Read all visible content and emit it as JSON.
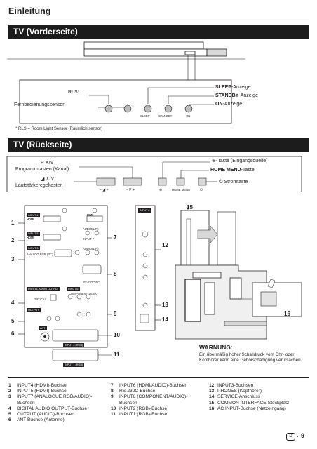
{
  "header": {
    "title": "Einleitung"
  },
  "front": {
    "section_title": "TV (Vorderseite)",
    "labels": {
      "rls": "RLS*",
      "remote_sensor": "Fernbedienungssensor",
      "sleep_bold": "SLEEP",
      "sleep_rest": "-Anzeige",
      "standby_bold": "STANDBY",
      "standby_rest": "-Anzeige",
      "on_bold": "ON",
      "on_rest": "-Anzeige",
      "led_sleep": "SLEEP",
      "led_standby": "STANDBY",
      "led_on": "ON"
    },
    "footnote": "*  RLS = Room Light Sensor (Raumlichtsensor)"
  },
  "rear": {
    "section_title": "TV (Rückseite)",
    "labels": {
      "program_keys_1": "P ∧/∨",
      "program_keys_2": "Programmtasten (Kanal)",
      "volume_1": "◢ ∧/∨",
      "volume_2": "Lautstärkeregeltasten",
      "input_key": "-Taste (Eingangsquelle)",
      "home_menu_bold": "HOME MENU",
      "home_menu_rest": "-Taste",
      "power_key": "Stromtaste",
      "bar_minus_vol": "− ◢ +",
      "bar_minus_p": "− P +",
      "bar_input": "⊕",
      "bar_home": "HOME MENU",
      "bar_power": "⏻"
    },
    "callouts": [
      "1",
      "2",
      "3",
      "4",
      "5",
      "6",
      "7",
      "8",
      "9",
      "10",
      "11",
      "12",
      "13",
      "14",
      "15",
      "16"
    ],
    "panel_texts": {
      "input4": "INPUT 4",
      "input5": "INPUT 5",
      "input3": "INPUT 3",
      "hdmi": "HDMI",
      "audio_lr": "AUDIO(L/R)",
      "analog_rgb": "ANALOG RGB (PC)",
      "rs232c": "RS-232C PC",
      "digital_audio_output": "DIGITAL AUDIO OUTPUT",
      "input6": "INPUT 6",
      "optical": "OPTICAL",
      "component_video": "COMPONENT VIDEO",
      "output": "OUTPUT",
      "ant": "ANT",
      "input2_rgb": "INPUT 2 (RGB)",
      "input1_rgb": "INPUT 1 (RGB)",
      "input8": "INPUT 8",
      "input7": "INPUT 7"
    }
  },
  "warning": {
    "title": "WARNUNG:",
    "text": "Ein übermäßig hoher Schalldruck vom Ohr- oder Kopfhörer kann eine Gehörschädigung verursachen."
  },
  "legend": {
    "col1": [
      {
        "n": "1",
        "t": "INPUT4 (HDMI)-Buchse"
      },
      {
        "n": "2",
        "t": "INPUT5 (HDMI)-Buchse"
      },
      {
        "n": "3",
        "t": "INPUT7 (ANALOGUE RGB/AUDIO)-Buchsen"
      },
      {
        "n": "4",
        "t": "DIGITAL AUDIO OUTPUT-Buchse"
      },
      {
        "n": "5",
        "t": "OUTPUT (AUDIO)-Buchsen"
      },
      {
        "n": "6",
        "t": "ANT-Buchse (Antenne)"
      }
    ],
    "col2": [
      {
        "n": "7",
        "t": "INPUT6 (HDMI/AUDIO)-Buchsen"
      },
      {
        "n": "8",
        "t": "RS-232C-Buchse"
      },
      {
        "n": "9",
        "t": "INPUT8 (COMPONENT/AUDIO)-Buchsen"
      },
      {
        "n": "10",
        "t": "INPUT2 (RGB)-Buchse"
      },
      {
        "n": "11",
        "t": "INPUT1 (RGB)-Buchse"
      }
    ],
    "col3": [
      {
        "n": "12",
        "t": "INPUT3-Buchsen"
      },
      {
        "n": "13",
        "t": "PHONES (Kopfhörer)"
      },
      {
        "n": "14",
        "t": "SERVICE-Anschluss"
      },
      {
        "n": "15",
        "t": "COMMON INTERFACE-Steckplatz"
      },
      {
        "n": "16",
        "t": "AC INPUT-Buchse (Netzeingang)"
      }
    ]
  },
  "footer": {
    "lang_badge": "D",
    "page_number": "9"
  }
}
